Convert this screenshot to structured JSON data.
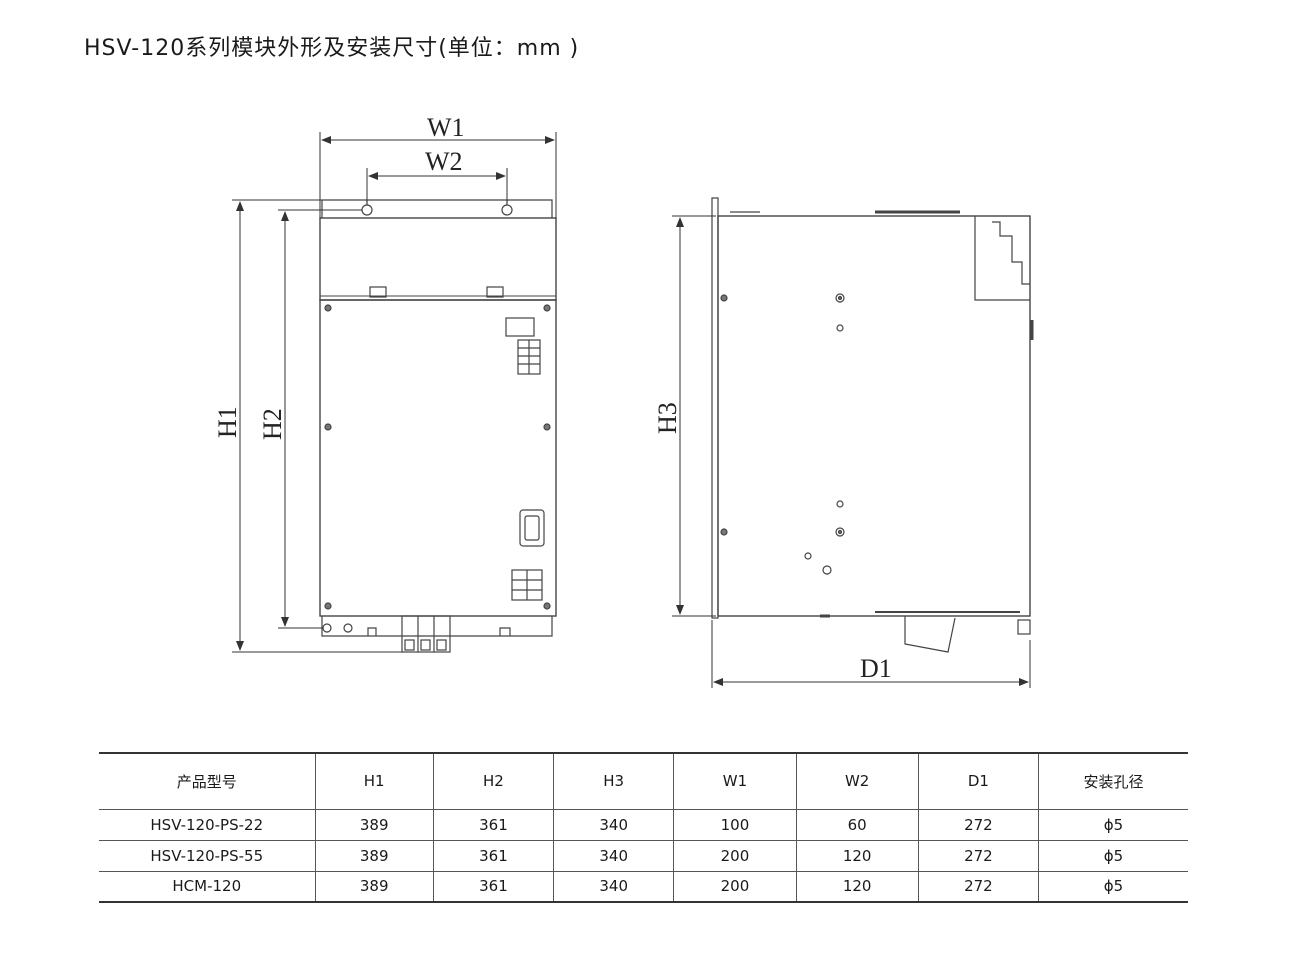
{
  "title": "HSV-120系列模块外形及安装尺寸(单位：mm )",
  "drawing": {
    "front_labels": {
      "w1": "W1",
      "w2": "W2",
      "h1": "H1",
      "h2": "H2"
    },
    "side_labels": {
      "h3": "H3",
      "d1": "D1"
    }
  },
  "table": {
    "headers": [
      "产品型号",
      "H1",
      "H2",
      "H3",
      "W1",
      "W2",
      "D1",
      "安装孔径"
    ],
    "rows": [
      [
        "HSV-120-PS-22",
        "389",
        "361",
        "340",
        "100",
        "60",
        "272",
        "ϕ5"
      ],
      [
        "HSV-120-PS-55",
        "389",
        "361",
        "340",
        "200",
        "120",
        "272",
        "ϕ5"
      ],
      [
        "HCM-120",
        "389",
        "361",
        "340",
        "200",
        "120",
        "272",
        "ϕ5"
      ]
    ]
  }
}
